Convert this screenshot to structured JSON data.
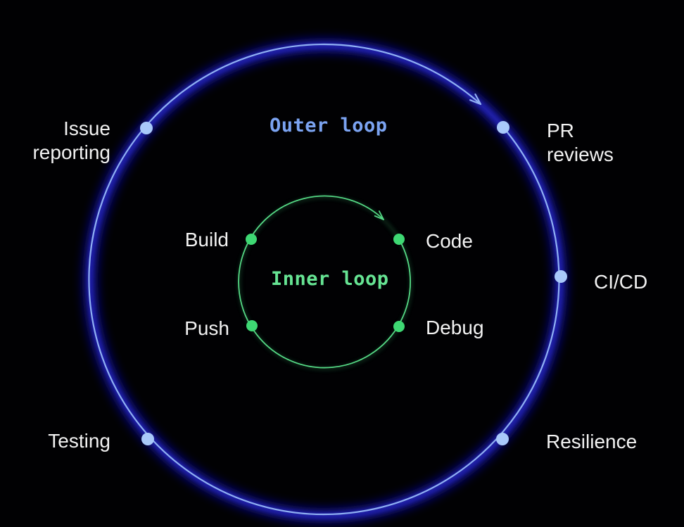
{
  "background_color": "#010103",
  "colors": {
    "outer_line": "#8fb0f3",
    "outer_glow": "#10107a",
    "outer_glow_bright": "#2424ae",
    "outer_dot": "#a9c9fa",
    "outer_title": "#7ba3f1",
    "inner_line": "#55d985",
    "inner_glow": "#1f5c36",
    "inner_dot": "#3ed873",
    "inner_title": "#66e493",
    "label_text": "#f2f2f2"
  },
  "outer_loop": {
    "title": "Outer loop",
    "direction": "clockwise",
    "stages": [
      "Issue\nreporting",
      "PR\nreviews",
      "CI/CD",
      "Resilience",
      "Testing"
    ]
  },
  "inner_loop": {
    "title": "Inner loop",
    "direction": "clockwise",
    "stages": [
      "Build",
      "Code",
      "Debug",
      "Push"
    ]
  },
  "icons": {
    "outer_arrow": "clockwise-arrowhead-icon",
    "inner_arrow": "clockwise-arrowhead-icon"
  }
}
